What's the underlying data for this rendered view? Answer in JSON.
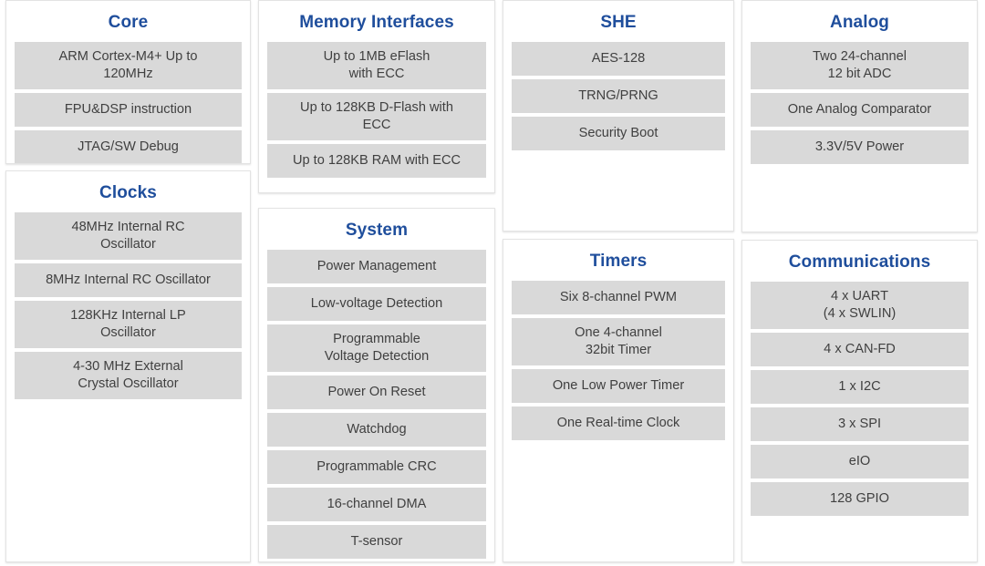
{
  "theme": {
    "title_color": "#1f4e9c",
    "item_bg": "#d9d9d9",
    "item_text_color": "#404040",
    "panel_bg": "#ffffff",
    "panel_border": "#e3e3e3",
    "page_bg": "#ffffff"
  },
  "panels": {
    "core": {
      "title": "Core",
      "items": [
        "ARM Cortex-M4+ Up to\n120MHz",
        "FPU&DSP instruction",
        "JTAG/SW Debug"
      ]
    },
    "clocks": {
      "title": "Clocks",
      "items": [
        "48MHz Internal RC\nOscillator",
        "8MHz Internal RC Oscillator",
        "128KHz Internal LP\nOscillator",
        "4-30 MHz External\nCrystal Oscillator"
      ]
    },
    "memory_interfaces": {
      "title": "Memory Interfaces",
      "items": [
        "Up to 1MB eFlash\nwith ECC",
        "Up to 128KB D-Flash with\nECC",
        "Up to 128KB RAM with ECC"
      ]
    },
    "system": {
      "title": "System",
      "items": [
        "Power Management",
        "Low-voltage Detection",
        "Programmable\nVoltage Detection",
        "Power On Reset",
        "Watchdog",
        "Programmable CRC",
        "16-channel DMA",
        "T-sensor"
      ]
    },
    "she": {
      "title": "SHE",
      "items": [
        "AES-128",
        "TRNG/PRNG",
        "Security Boot"
      ]
    },
    "timers": {
      "title": "Timers",
      "items": [
        "Six 8-channel PWM",
        "One 4-channel\n32bit Timer",
        "One Low Power Timer",
        "One Real-time Clock"
      ]
    },
    "analog": {
      "title": "Analog",
      "items": [
        "Two 24-channel\n12 bit ADC",
        "One Analog Comparator",
        "3.3V/5V Power"
      ]
    },
    "communications": {
      "title": "Communications",
      "items": [
        "4 x UART\n(4 x SWLIN)",
        "4 x CAN-FD",
        "1 x I2C",
        "3 x SPI",
        "eIO",
        "128 GPIO"
      ]
    }
  }
}
